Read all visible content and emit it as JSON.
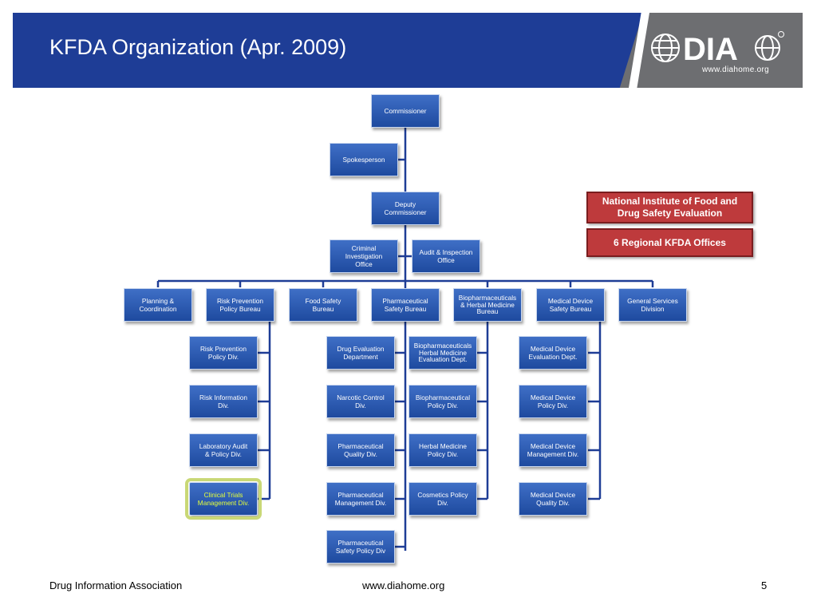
{
  "header": {
    "title": "KFDA Organization (Apr. 2009)",
    "logo_text": "DIA",
    "logo_url": "www.diahome.org"
  },
  "colors": {
    "header_blue": "#1e3d96",
    "header_gray": "#6d6e71",
    "box_blue": "#2e5aad",
    "connector": "#1e3d96",
    "callout_red": "#be3a3c",
    "highlight": "#e4ff3a"
  },
  "org": {
    "commissioner": "Commissioner",
    "spokesperson": "Spokesperson",
    "deputy": [
      "Deputy",
      "Commissioner"
    ],
    "criminal": [
      "Criminal Investigation",
      "Office"
    ],
    "audit": [
      "Audit & Inspection",
      "Office"
    ],
    "bureaus": {
      "planning": [
        "Planning &",
        "Coordination"
      ],
      "risk": [
        "Risk Prevention",
        "Policy Bureau"
      ],
      "food": [
        "Food Safety",
        "Bureau"
      ],
      "pharma": [
        "Pharmaceutical",
        "Safety Bureau"
      ],
      "bio": [
        "Biopharmaceuticals",
        "& Herbal Medicine",
        "Bureau"
      ],
      "device": [
        "Medical Device",
        "Safety Bureau"
      ],
      "general": [
        "General Services",
        "Division"
      ]
    },
    "risk_divs": [
      [
        "Risk Prevention",
        "Policy Div."
      ],
      [
        "Risk Information",
        "Div."
      ],
      [
        "Laboratory Audit",
        "& Policy Div."
      ],
      [
        "Clinical Trials",
        "Management Div."
      ]
    ],
    "pharma_divs": [
      [
        "Drug Evaluation",
        "Department"
      ],
      [
        "Narcotic Control",
        "Div."
      ],
      [
        "Pharmaceutical",
        "Quality Div."
      ],
      [
        "Pharmaceutical",
        "Management Div."
      ],
      [
        "Pharmaceutical",
        "Safety Policy Div"
      ]
    ],
    "bio_divs": [
      [
        "Biopharmaceuticals",
        "Herbal Medicine",
        "Evaluation Dept."
      ],
      [
        "Biopharmaceutical",
        "Policy Div."
      ],
      [
        "Herbal Medicine",
        "Policy Div."
      ],
      [
        "Cosmetics Policy",
        "Div."
      ]
    ],
    "device_divs": [
      [
        "Medical Device",
        "Evaluation Dept."
      ],
      [
        "Medical Device",
        "Policy Div."
      ],
      [
        "Medical Device",
        "Management Div."
      ],
      [
        "Medical Device",
        "Quality Div."
      ]
    ]
  },
  "callouts": {
    "institute": [
      "National Institute of Food and",
      "Drug Safety Evaluation"
    ],
    "regional": "6 Regional KFDA Offices"
  },
  "footer": {
    "left": "Drug Information Association",
    "mid": "www.diahome.org",
    "page": "5"
  }
}
